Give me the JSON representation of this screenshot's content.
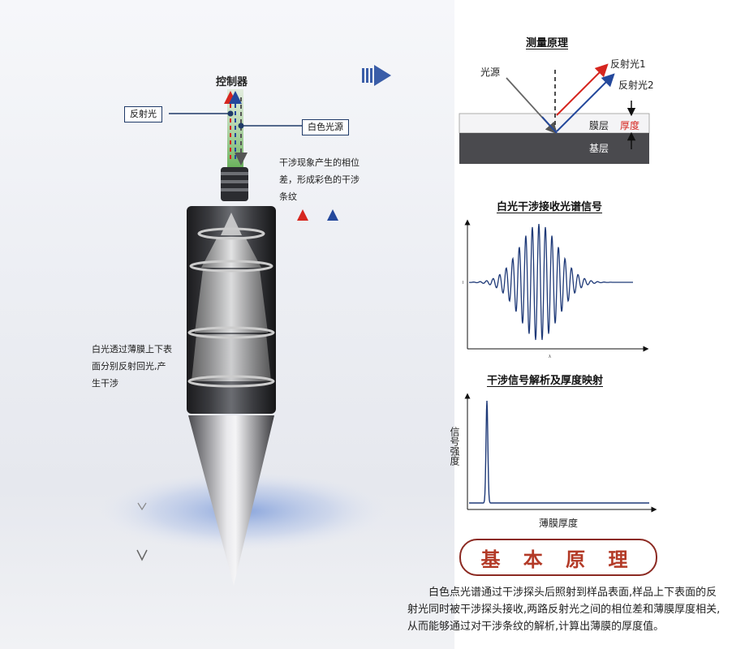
{
  "left": {
    "controller_label": "控制器",
    "reflected_light_label": "反射光",
    "white_source_label": "白色光源",
    "interference_note": "干涉现象产生的相位差，形成彩色的干涉条纹",
    "interference_note_lines": [
      "干涉现象产生的相位",
      "差，形成彩色的干涉",
      "条纹"
    ],
    "film_note_lines": [
      "白光透过薄膜上下表",
      "面分别反射回光,产",
      "生干涉"
    ]
  },
  "measurement": {
    "title": "测量原理",
    "light_source": "光源",
    "reflected_1": "反射光1",
    "reflected_2": "反射光2",
    "film_layer": "膜层",
    "thickness": "厚度",
    "substrate": "基层"
  },
  "spectrum_chart": {
    "title": "白光干涉接收光谱信号"
  },
  "analysis_chart": {
    "title": "干涉信号解析及厚度映射",
    "ylabel": "信号强度",
    "xlabel": "薄膜厚度"
  },
  "chart_data": [
    {
      "type": "line",
      "title": "白光干涉接收光谱信号",
      "xlabel": "",
      "ylabel": "",
      "description_series": "interference wave packet",
      "series": [
        {
          "values_shape": "gaussian-modulated cosine centered near middle of axis"
        }
      ]
    },
    {
      "type": "line",
      "title": "干涉信号解析及厚度映射",
      "xlabel": "薄膜厚度",
      "ylabel": "信号强度",
      "series": [
        {
          "peak_at_fraction_of_x": 0.12,
          "values_shape": "single narrow peak then flat"
        }
      ]
    }
  ],
  "basic": {
    "title": "基 本 原 理",
    "paragraph": "白色点光谱通过干涉探头后照射到样品表面,样品上下表面的反射光同时被干涉探头接收,两路反射光之间的相位差和薄膜厚度相关,从而能够通过对干涉条纹的解析,计算出薄膜的厚度值。"
  },
  "colors": {
    "red": "#d6261f",
    "blue": "#24489c",
    "navy": "#1f3a68",
    "accent": "#b33a27"
  }
}
